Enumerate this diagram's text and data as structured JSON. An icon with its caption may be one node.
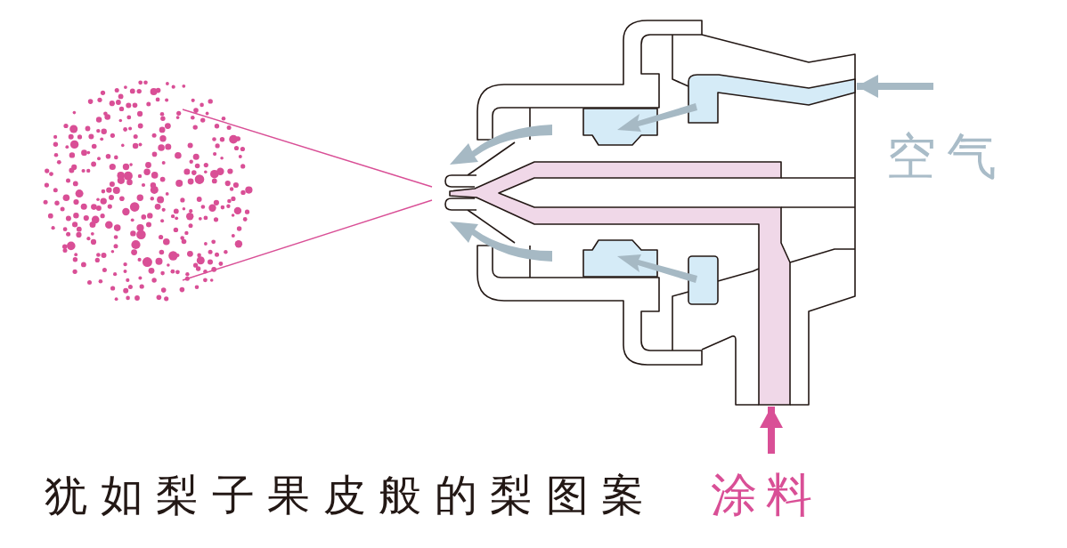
{
  "diagram": {
    "nodes": [
      {
        "text": [],
        "shape": "picture"
      },
      {
        "text": [],
        "shape": "picture"
      }
    ],
    "edges": [
      {
        "from": null,
        "to": 1,
        "arrow": "to",
        "color": "#a6b9c4"
      },
      {
        "from": null,
        "to": 1,
        "arrow": "to",
        "color": "#d94f96"
      }
    ],
    "labels": [
      "空气",
      "犹如梨子果皮般的梨图案",
      "涂料"
    ]
  }
}
